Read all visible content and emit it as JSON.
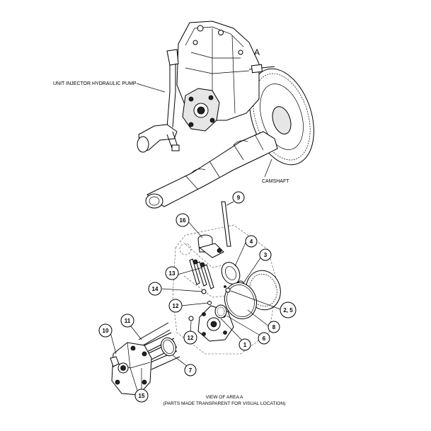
{
  "labels": {
    "unit_injector_pump": "UNIT INJECTOR HYDRAULIC PUMP",
    "camshaft": "CAMSHAFT",
    "view_letter": "A",
    "caption_line1": "VIEW OF AREA A",
    "caption_line2": "(PARTS MADE TRANSPARENT FOR VISUAL LOCATION)"
  },
  "callouts": [
    {
      "id": "c9",
      "text": "9"
    },
    {
      "id": "c16",
      "text": "16"
    },
    {
      "id": "c4",
      "text": "4"
    },
    {
      "id": "c3",
      "text": "3"
    },
    {
      "id": "c13",
      "text": "13"
    },
    {
      "id": "c14",
      "text": "14"
    },
    {
      "id": "c12a",
      "text": "12"
    },
    {
      "id": "c25",
      "text": "2, 5"
    },
    {
      "id": "c8",
      "text": "8"
    },
    {
      "id": "c11",
      "text": "11"
    },
    {
      "id": "c10",
      "text": "10"
    },
    {
      "id": "c12b",
      "text": "12"
    },
    {
      "id": "c6",
      "text": "6"
    },
    {
      "id": "c1",
      "text": "1"
    },
    {
      "id": "c7",
      "text": "7"
    },
    {
      "id": "c15",
      "text": "15"
    }
  ]
}
